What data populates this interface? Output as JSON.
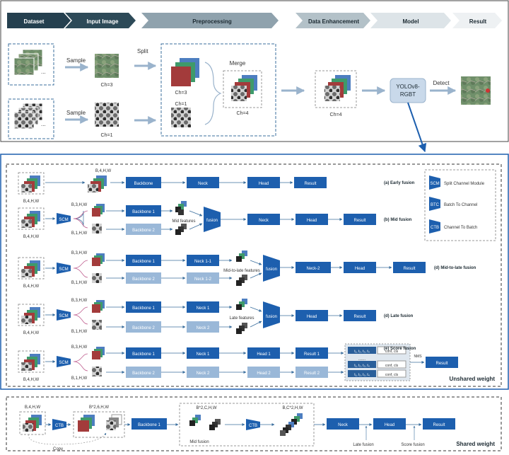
{
  "stages": [
    "Dataset",
    "Input Image",
    "Preprocessing",
    "Data Enhancement",
    "Model",
    "Result"
  ],
  "top": {
    "sample": "Sample",
    "split": "Split",
    "merge": "Merge",
    "detect": "Detect",
    "ch3": "Ch=3",
    "ch1": "Ch=1",
    "ch4": "Ch=4",
    "model": [
      "YOLOv8-",
      "RGBT"
    ]
  },
  "shapes": {
    "b4": "B,4,H,W",
    "b3": "B,3,H,W",
    "b1": "B,1,H,W",
    "b2_6": "B*2,6,H,W",
    "b2_c": "B*2,C,H,W",
    "bc2": "B,C*2,H,W"
  },
  "blocks": {
    "backbone": "Backbone",
    "backbone1": "Backbone 1",
    "backbone2": "Backbone 2",
    "neck": "Neck",
    "neck1": "Neck 1",
    "neck2": "Neck 2",
    "neck11": "Neck 1-1",
    "neck12": "Neck 1-2",
    "neck_2": "Neck-2",
    "head": "Head",
    "head1": "Head 1",
    "head2": "Head 2",
    "result": "Result",
    "result1": "Result 1",
    "result2": "Result 2",
    "scm": "SCM",
    "ctb": "CTB",
    "fusion": "fusion"
  },
  "features": {
    "mid": "Mid features",
    "midlate": "Mid-to-late features",
    "late": "Late features"
  },
  "rows": [
    "(a) Early fusion",
    "(b) Mid fusion",
    "(d) Mid-to-late fusion",
    "(d) Late fusion",
    "(e) Score fusion"
  ],
  "legend": [
    {
      "abbr": "SCM",
      "text": "Split Channel Module"
    },
    {
      "abbr": "BTC",
      "text": "Batch To Channel"
    },
    {
      "abbr": "CTB",
      "text": "Channel To Batch"
    }
  ],
  "score": {
    "box": "t₁, t₂, t₃, t₄",
    "conf": "conf, cls",
    "dots": "......",
    "nms": "NMS"
  },
  "footer": {
    "unshared": "Unshared weight",
    "shared": "Shared weight",
    "copy": "Copy",
    "mid_fusion": "Mid fusion",
    "late_fusion": "Late fusion",
    "score_fusion": "Score fusion"
  }
}
